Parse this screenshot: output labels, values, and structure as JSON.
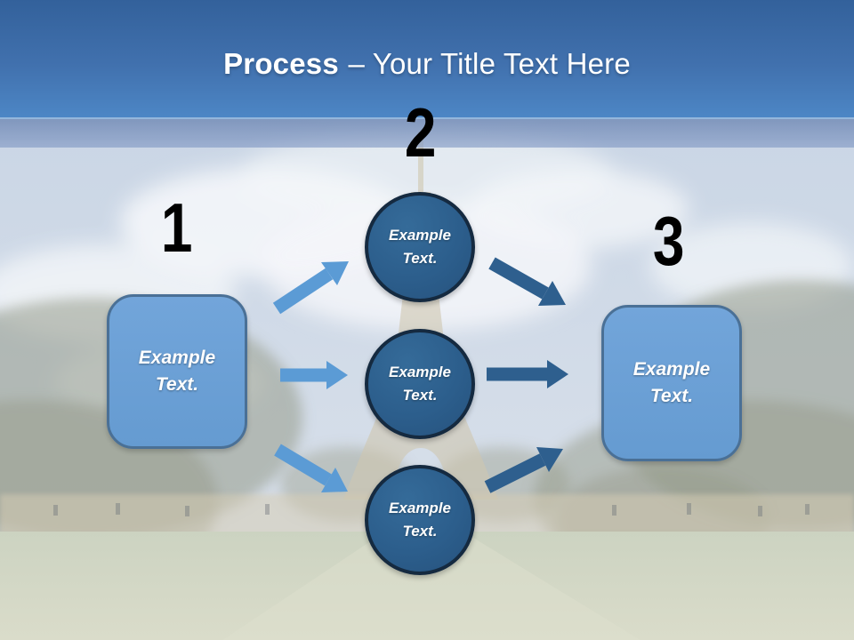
{
  "title": {
    "bold": "Process",
    "rest": "– Your Title Text Here"
  },
  "numbers": [
    "1",
    "2",
    "3"
  ],
  "left_box": {
    "line1": "Example",
    "line2": "Text."
  },
  "circles": [
    {
      "line1": "Example",
      "line2": "Text."
    },
    {
      "line1": "Example",
      "line2": "Text."
    },
    {
      "line1": "Example",
      "line2": "Text."
    }
  ],
  "right_box": {
    "line1": "Example",
    "line2": "Text."
  },
  "background": {
    "description": "faded photo of the Eiffel Tower with sky, clouds, trees and lawn"
  },
  "colors": {
    "header_top": "#33619B",
    "header_bottom": "#4D87C6",
    "title_text": "#FFFFFF",
    "light_shape_fill": "#699FD4",
    "light_shape_border": "#4A7096",
    "dark_circle_fill": "#2C5E8C",
    "dark_circle_border": "#152A40",
    "light_arrow": "#5B9BD5",
    "dark_arrow": "#2E5F8E",
    "number_text": "#000000"
  }
}
